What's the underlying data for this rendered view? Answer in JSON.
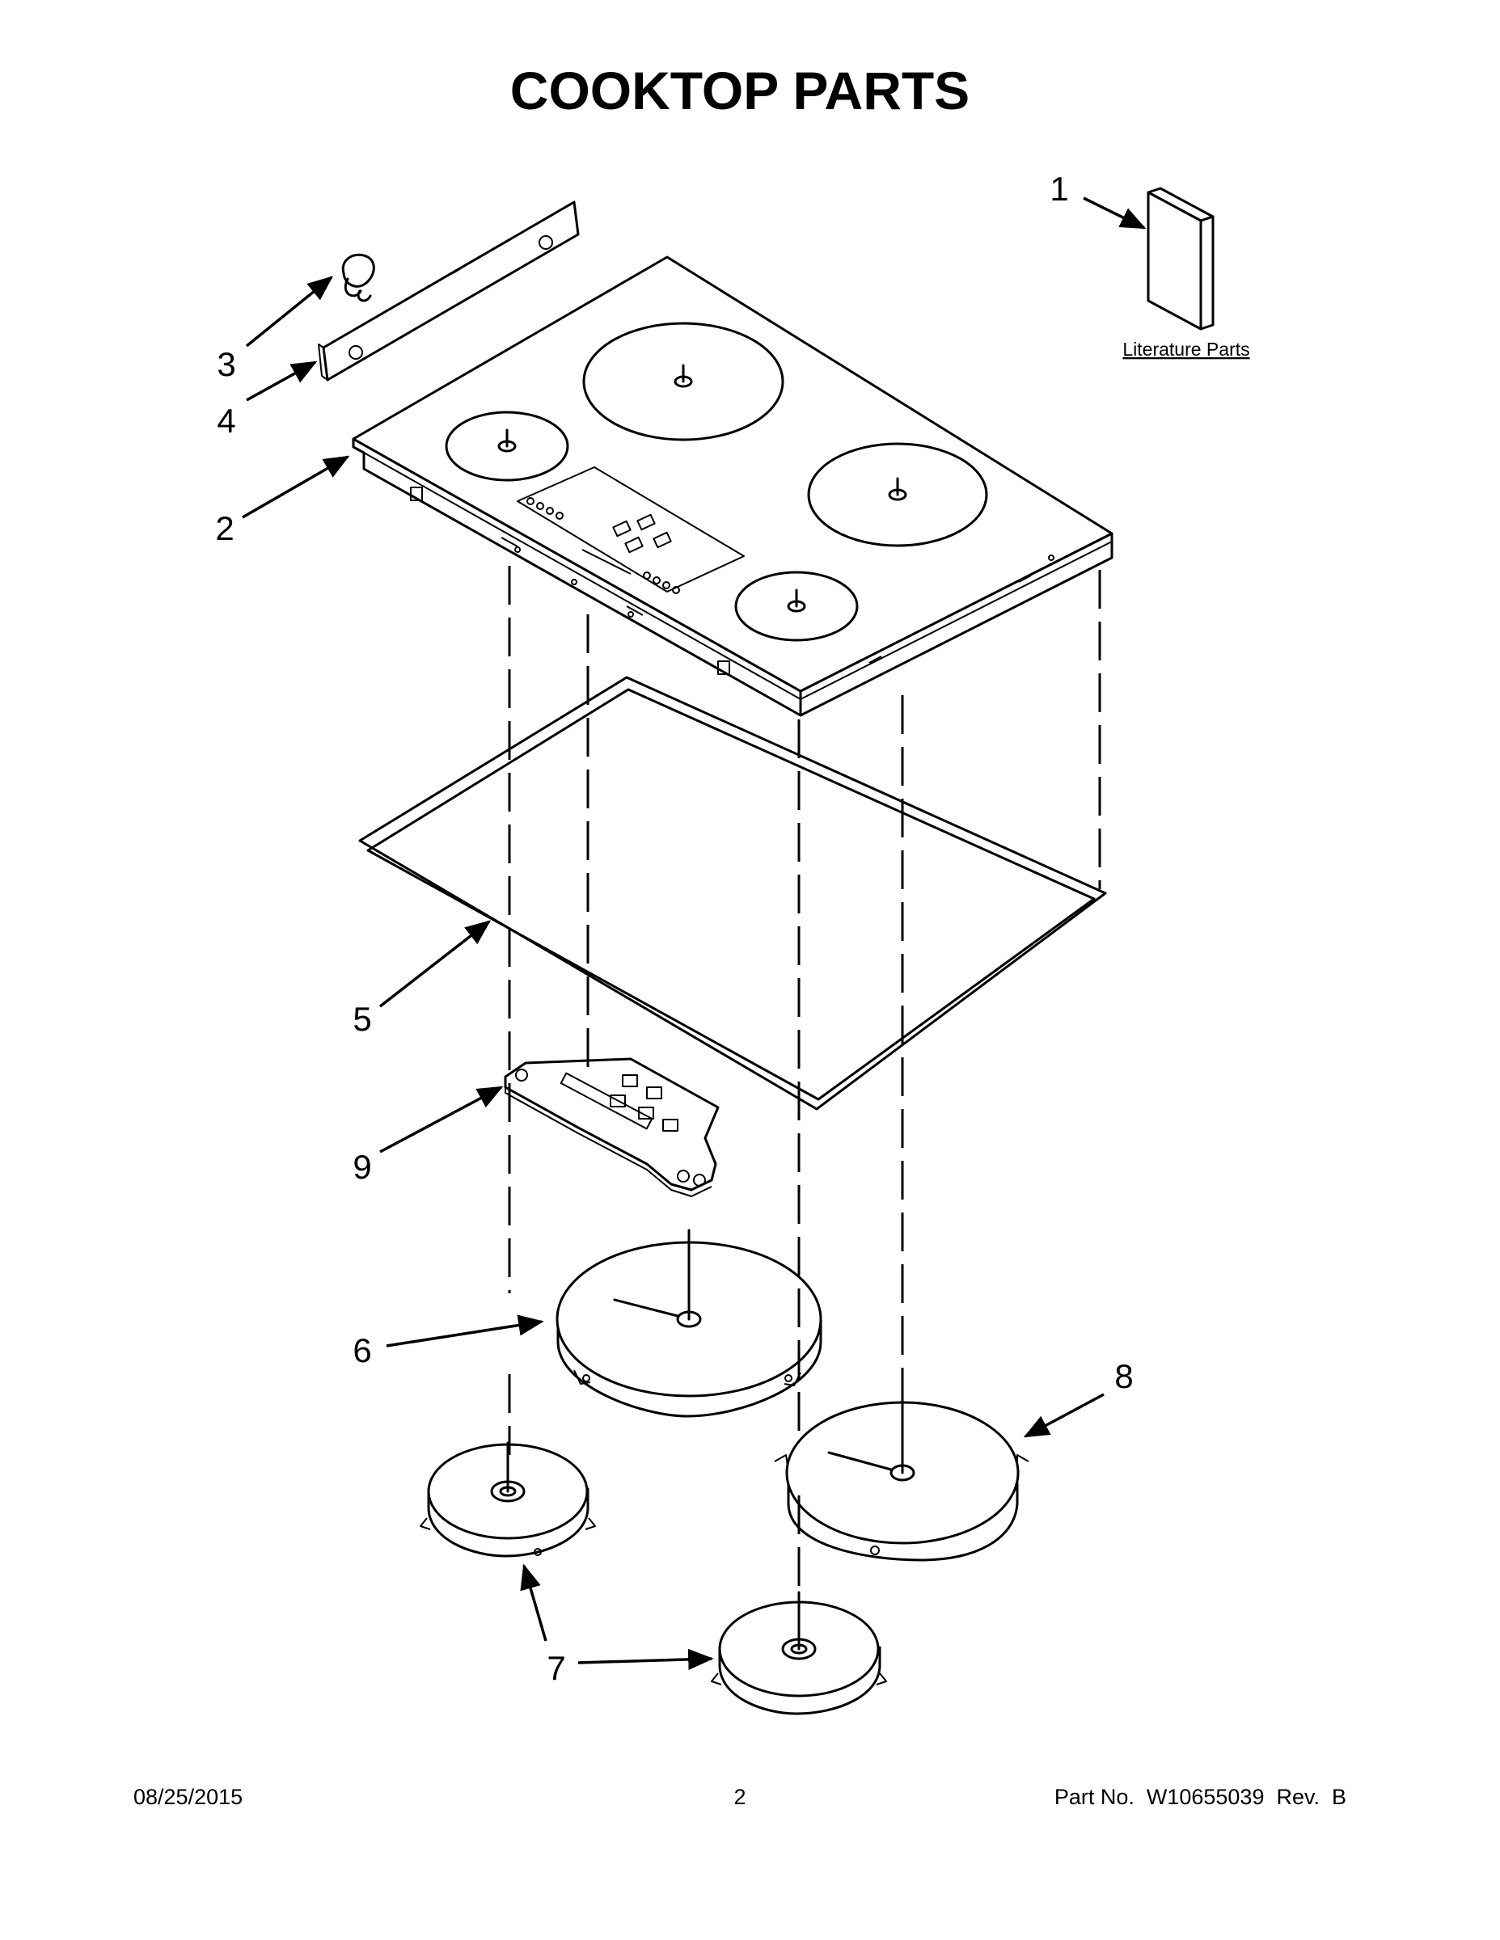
{
  "title": "COOKTOP PARTS",
  "callouts": [
    {
      "id": "1",
      "label": "1"
    },
    {
      "id": "2",
      "label": "2"
    },
    {
      "id": "3",
      "label": "3"
    },
    {
      "id": "4",
      "label": "4"
    },
    {
      "id": "5",
      "label": "5"
    },
    {
      "id": "6",
      "label": "6"
    },
    {
      "id": "7a",
      "label": "7"
    },
    {
      "id": "8",
      "label": "8"
    },
    {
      "id": "9",
      "label": "9"
    }
  ],
  "literature_label": "Literature Parts",
  "footer": {
    "date": "08/25/2015",
    "page": "2",
    "part_no": "Part No.  W10655039  Rev.  B"
  }
}
